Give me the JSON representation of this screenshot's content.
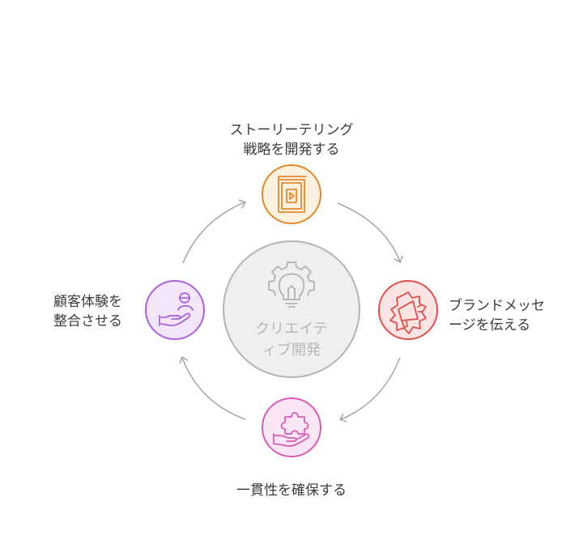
{
  "hub": {
    "line1": "クリエイテ",
    "line2": "ィブ開発",
    "icon": "gear-lightbulb-icon"
  },
  "nodes": {
    "top": {
      "line1": "ストーリーテリング",
      "line2": "戦略を開発する",
      "icon": "book-play-icon",
      "color": "#e08a2e",
      "fill": "#fdf0df"
    },
    "right": {
      "line1": "ブランドメッセ",
      "line2": "ージを伝える",
      "icon": "megaphone-icon",
      "color": "#e0504d",
      "fill": "#fbe4e3"
    },
    "bottom": {
      "line1": "一貫性を確保する",
      "icon": "puzzle-hand-icon",
      "color": "#d85cb8",
      "fill": "#fbe6f5"
    },
    "left": {
      "line1": "顧客体験を",
      "line2": "整合させる",
      "icon": "hand-person-icon",
      "color": "#a862d9",
      "fill": "#f3e6fb"
    }
  },
  "colors": {
    "hub_stroke": "#b5b5b5",
    "hub_fill": "#efefef",
    "arrow": "#a9a9a9",
    "text": "#3b3b3b"
  }
}
